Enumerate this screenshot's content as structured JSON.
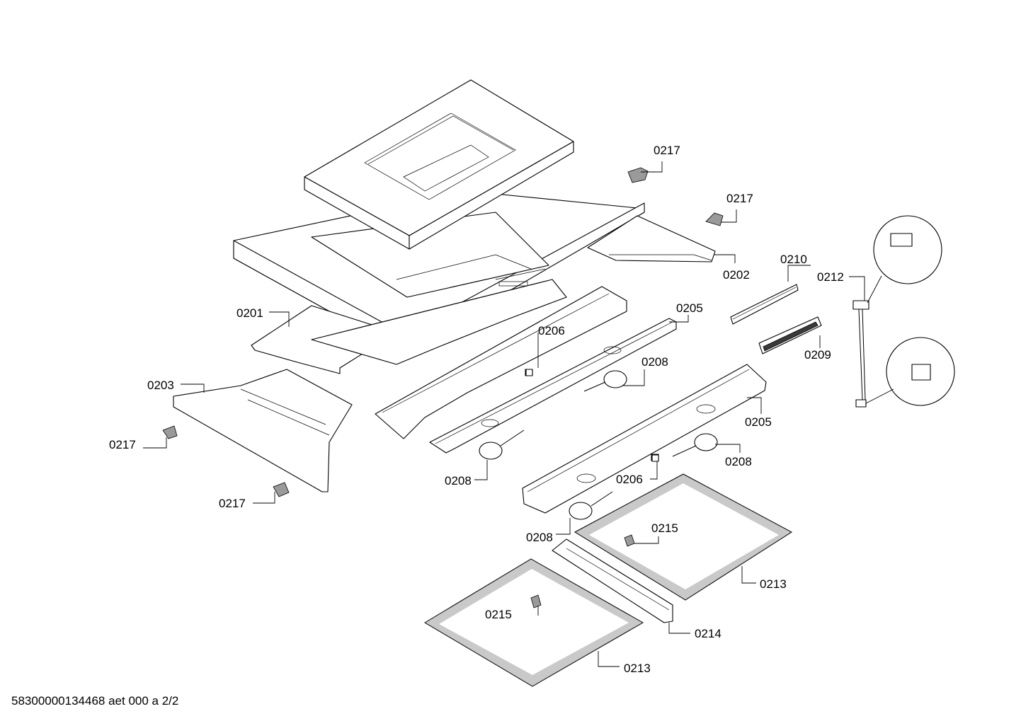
{
  "callouts": {
    "c0217_a": "0217",
    "c0217_b": "0217",
    "c0202": "0202",
    "c0210": "0210",
    "c0212": "0212",
    "c0201": "0201",
    "c0205_a": "0205",
    "c0206_a": "0206",
    "c0209": "0209",
    "c0208_a": "0208",
    "c0203": "0203",
    "c0205_b": "0205",
    "c0217_c": "0217",
    "c0208_b": "0208",
    "c0208_c": "0208",
    "c0206_b": "0206",
    "c0217_d": "0217",
    "c0215_a": "0215",
    "c0208_d": "0208",
    "c0213_a": "0213",
    "c0215_b": "0215",
    "c0214": "0214",
    "c0213_b": "0213"
  },
  "footer": {
    "drawing_id": "58300000134468 aet 000 a 2/2"
  }
}
